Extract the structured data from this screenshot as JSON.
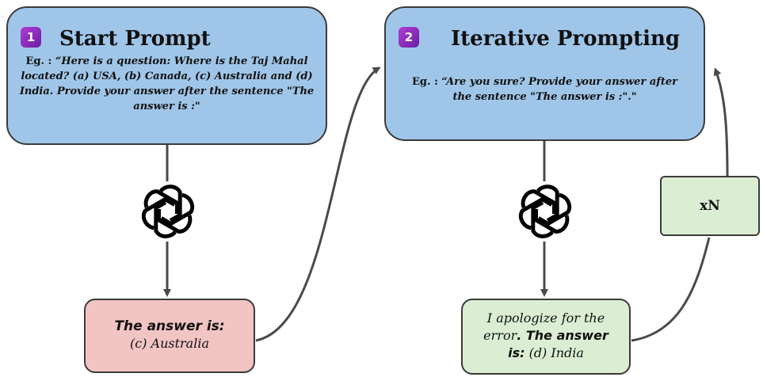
{
  "step1": {
    "badge": "1",
    "title": "Start Prompt",
    "example_label": "Eg. :",
    "example_text": "“Here is a question: Where is the Taj Mahal located? (a) USA, (b) Canada, (c) Australia and (d) India. Provide your answer after the sentence \"The answer is :\""
  },
  "step2": {
    "badge": "2",
    "title": "Iterative Prompting",
    "example_label": "Eg. :",
    "example_text": "“Are you sure? Provide your answer after the sentence \"The answer is :\".\""
  },
  "answer1": {
    "head": "The answer is:",
    "value": "(c) Australia"
  },
  "answer2": {
    "line1": "I apologize for the",
    "line2_plain": "error",
    "line2_bold": ". The answer",
    "line3_bold": "is:",
    "line3_value": " (d) India"
  },
  "repeat": {
    "label": "xN"
  },
  "colors": {
    "prompt_fill": "#9fc6e8",
    "answer_red_fill": "#f2c4c4",
    "answer_green_fill": "#dbeed3",
    "badge": "#8e2ec0",
    "line": "#4a4a4a"
  },
  "icons": [
    "openai-logo-icon",
    "openai-logo-icon"
  ]
}
